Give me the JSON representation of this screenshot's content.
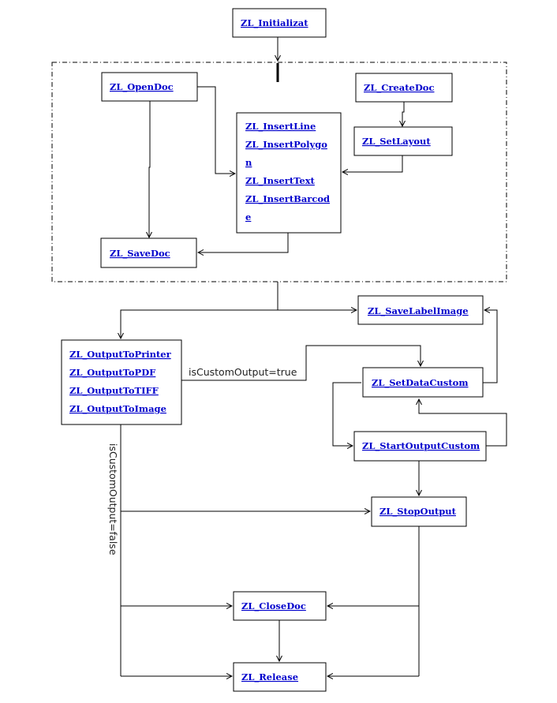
{
  "nodes": {
    "initialize": "ZL_Initializat",
    "open_doc": "ZL_OpenDoc",
    "create_doc": "ZL_CreateDoc",
    "set_layout": "ZL_SetLayout",
    "insert_line": "ZL_InsertLine",
    "insert_polygon_1": "ZL_InsertPolygo",
    "insert_polygon_2": "n",
    "insert_text": "ZL_InsertText",
    "insert_barcode_1": "ZL_InsertBarcod",
    "insert_barcode_2": "e",
    "save_doc": "ZL_SaveDoc",
    "save_label_image": "ZL_SaveLabelImage",
    "output_to_printer": "ZL_OutputToPrinter",
    "output_to_pdf": "ZL_OutputToPDF",
    "output_to_tiff": "ZL_OutputToTIFF",
    "output_to_image": "ZL_OutputToImage",
    "set_data_custom": "ZL_SetDataCustom",
    "start_output_custom": "ZL_StartOutputCustom",
    "stop_output": "ZL_StopOutput",
    "close_doc": "ZL_CloseDoc",
    "release": "ZL_Release"
  },
  "edge_labels": {
    "custom_true": "isCustomOutput=true",
    "custom_false": "isCustomOutput=false"
  },
  "colors": {
    "link": "#0000cc",
    "line": "#000000",
    "background": "#ffffff"
  }
}
